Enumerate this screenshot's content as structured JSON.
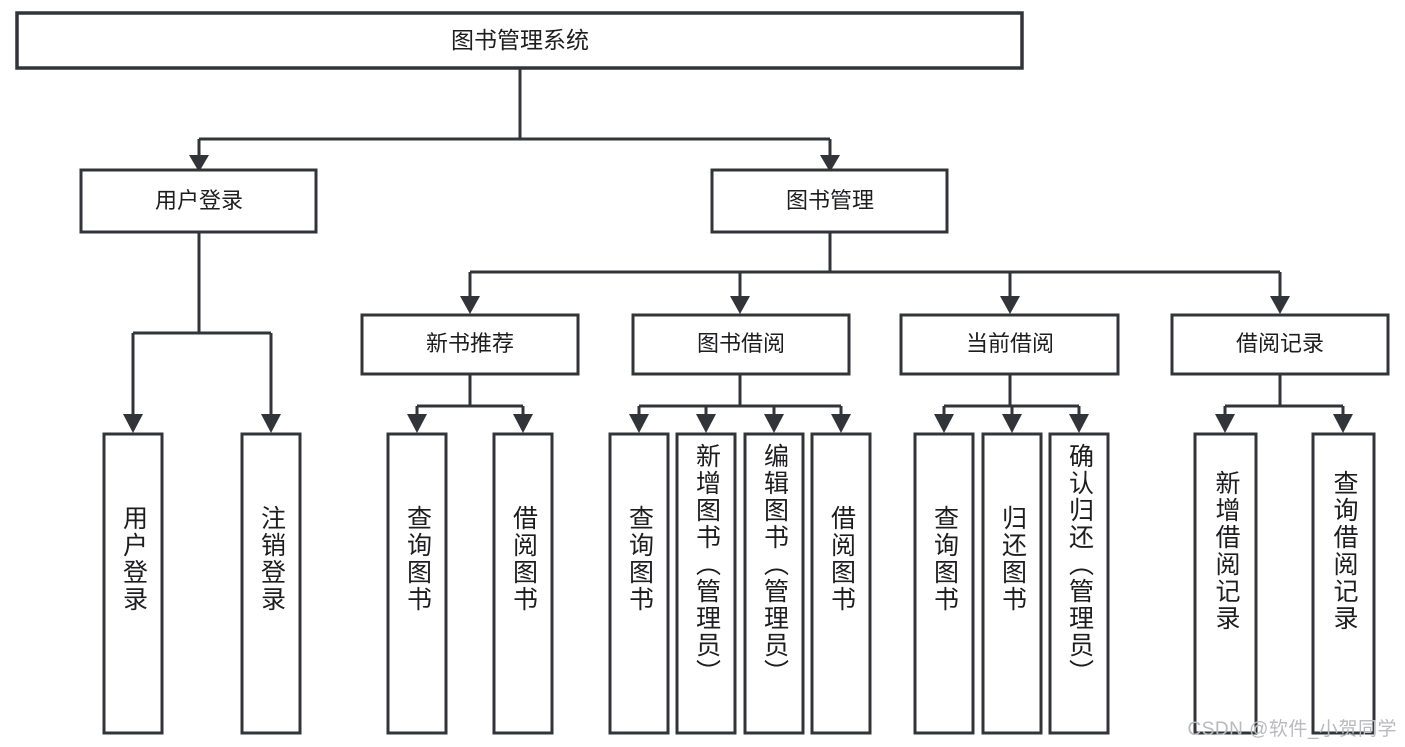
{
  "diagram": {
    "type": "tree-hierarchy",
    "title": "图书管理系统",
    "orientation": "top-down",
    "colors": {
      "box_stroke": "#32343a",
      "box_fill": "#ffffff",
      "edge": "#32343a",
      "text": "#1d1d1f",
      "background": "#ffffff",
      "watermark": "#b9babd"
    },
    "levels": {
      "level0": "系统",
      "level1": "模块",
      "level2": "子模块",
      "level3": "功能"
    },
    "root": {
      "label": "图书管理系统",
      "orientation": "horizontal"
    },
    "level1": [
      {
        "label": "用户登录",
        "orientation": "horizontal"
      },
      {
        "label": "图书管理",
        "orientation": "horizontal"
      }
    ],
    "level2": [
      {
        "label": "新书推荐",
        "orientation": "horizontal",
        "parent": "图书管理"
      },
      {
        "label": "图书借阅",
        "orientation": "horizontal",
        "parent": "图书管理"
      },
      {
        "label": "当前借阅",
        "orientation": "horizontal",
        "parent": "图书管理"
      },
      {
        "label": "借阅记录",
        "orientation": "horizontal",
        "parent": "图书管理"
      }
    ],
    "leaves": {
      "user_login": [
        {
          "label": "用户登录",
          "orientation": "vertical"
        },
        {
          "label": "注销登录",
          "orientation": "vertical"
        }
      ],
      "new_book_recommend": [
        {
          "label": "查询图书",
          "orientation": "vertical"
        },
        {
          "label": "借阅图书",
          "orientation": "vertical"
        }
      ],
      "book_borrow": [
        {
          "label": "查询图书",
          "orientation": "vertical"
        },
        {
          "label": "新增图书（管理员）",
          "orientation": "vertical"
        },
        {
          "label": "编辑图书（管理员）",
          "orientation": "vertical"
        },
        {
          "label": "借阅图书",
          "orientation": "vertical"
        }
      ],
      "current_borrow": [
        {
          "label": "查询图书",
          "orientation": "vertical"
        },
        {
          "label": "归还图书",
          "orientation": "vertical"
        },
        {
          "label": "确认归还（管理员）",
          "orientation": "vertical"
        }
      ],
      "borrow_record": [
        {
          "label": "新增借阅记录",
          "orientation": "vertical"
        },
        {
          "label": "查询借阅记录",
          "orientation": "vertical"
        }
      ]
    }
  },
  "watermark": {
    "text": "CSDN @软件_小贺同学"
  }
}
